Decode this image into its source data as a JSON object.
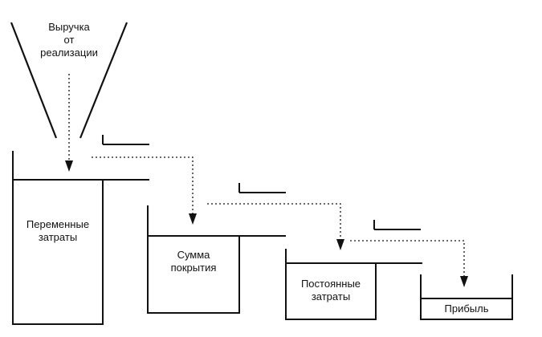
{
  "diagram": {
    "funnel_label": {
      "line1": "Выручка",
      "line2": "от",
      "line3": "реализации"
    },
    "boxes": {
      "variable_costs": {
        "line1": "Переменные",
        "line2": "затраты"
      },
      "contribution": {
        "line1": "Сумма",
        "line2": "покрытия"
      },
      "fixed_costs": {
        "line1": "Постоянные",
        "line2": "затраты"
      },
      "profit": {
        "line1": "Прибыль"
      }
    }
  }
}
